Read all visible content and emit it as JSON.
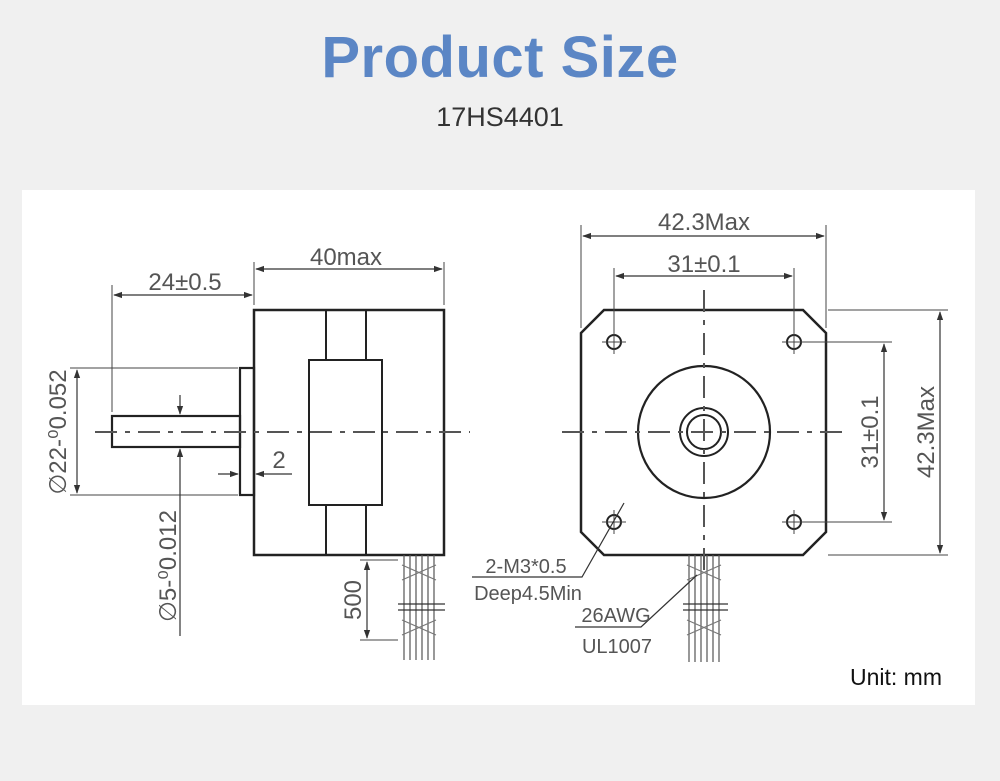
{
  "header": {
    "title": "Product Size",
    "model": "17HS4401"
  },
  "side_view": {
    "dim_body_length": "40max",
    "dim_shaft_length": "24±0.5",
    "dim_flange_thickness": "2",
    "dim_boss_diameter": "∅22-⁰0.052",
    "dim_shaft_diameter": "∅5-⁰0.012",
    "dim_lead_length": "500"
  },
  "front_view": {
    "dim_width": "42.3Max",
    "dim_hole_spacing_h": "31±0.1",
    "dim_hole_spacing_v": "31±0.1",
    "dim_height": "42.3Max",
    "hole_note_line1": "2-M3*0.5",
    "hole_note_line2": "Deep4.5Min",
    "wire_note_line1": "26AWG",
    "wire_note_line2": "UL1007"
  },
  "unit_label": "Unit: mm",
  "colors": {
    "title": "#5b86c5",
    "background": "#f0f0f0",
    "panel": "#ffffff",
    "line": "#222222",
    "dimension_text": "#555555"
  }
}
